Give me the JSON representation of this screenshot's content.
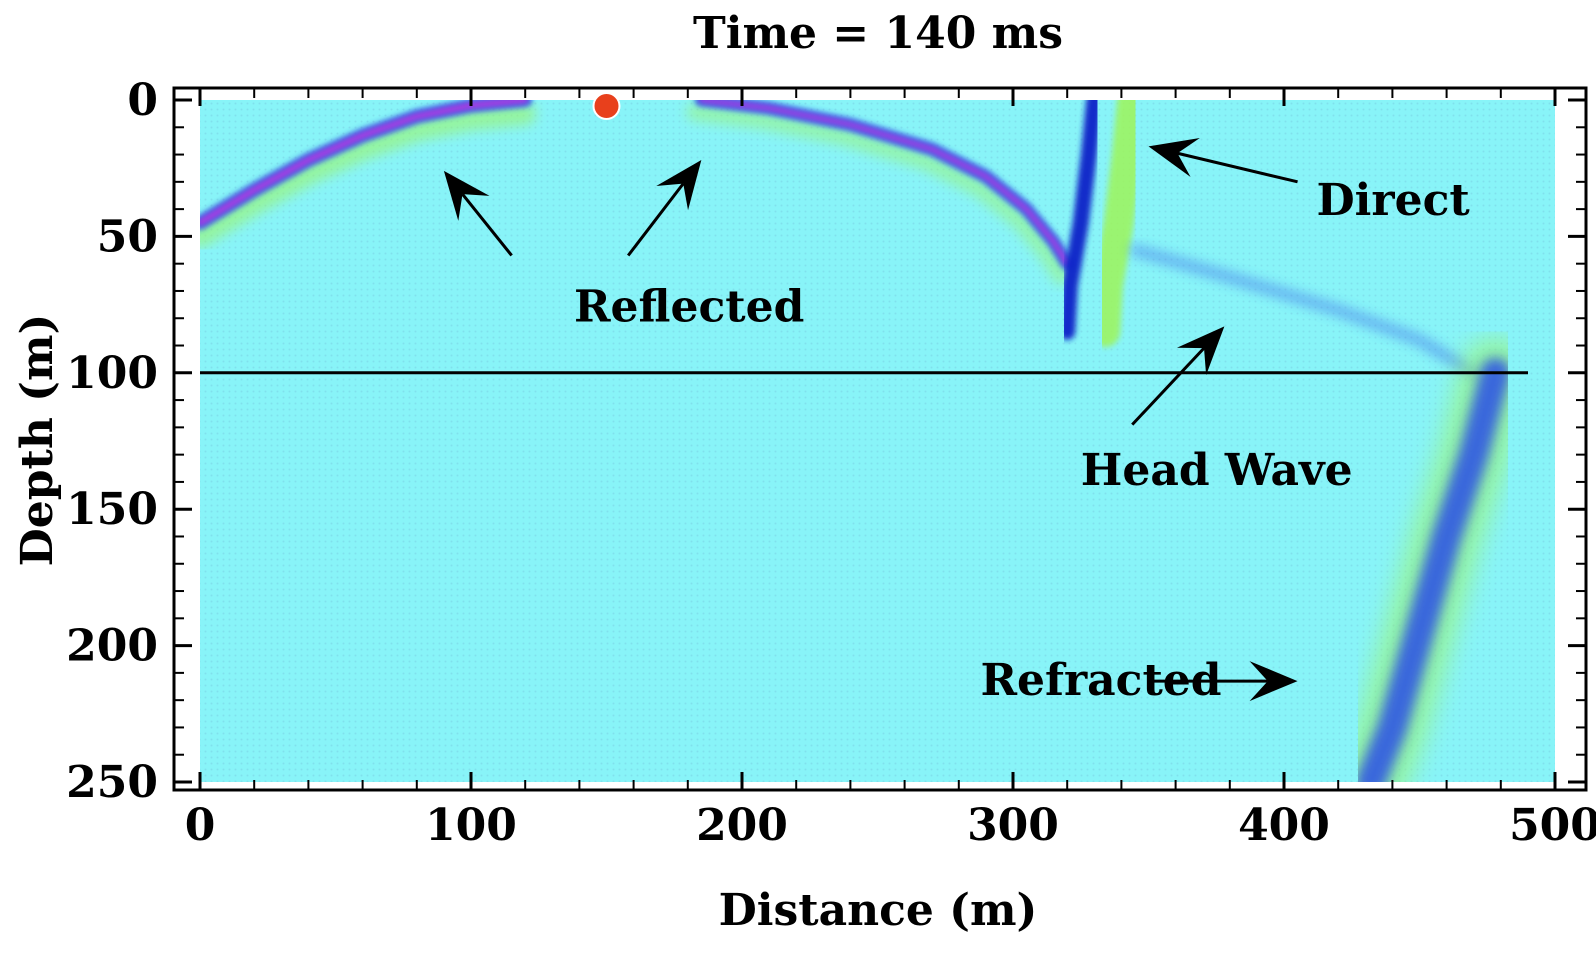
{
  "chart_data": {
    "type": "heatmap",
    "title": "Time = 140 ms",
    "xlabel": "Distance (m)",
    "ylabel": "Depth (m)",
    "xlim": [
      0,
      500
    ],
    "ylim": [
      250,
      0
    ],
    "x_ticks": [
      0,
      100,
      200,
      300,
      400,
      500
    ],
    "y_ticks": [
      0,
      50,
      100,
      150,
      200,
      250
    ],
    "x_tick_labels": [
      "0",
      "100",
      "200",
      "300",
      "400",
      "500"
    ],
    "y_tick_labels": [
      "0",
      "50",
      "100",
      "150",
      "200",
      "250"
    ],
    "grid": false,
    "background_color": "#88f4f8",
    "colors": {
      "green": "#9ef55a",
      "blue": "#2a50e6",
      "dark_blue": "#1020c8",
      "magenta": "#d030e0",
      "red_point": "#e8401c"
    },
    "interface_depth": 100,
    "source": {
      "x": 150,
      "y": 0
    },
    "wavefronts": [
      {
        "name": "reflected-left",
        "points": [
          [
            0,
            45
          ],
          [
            20,
            33
          ],
          [
            40,
            22
          ],
          [
            60,
            13
          ],
          [
            80,
            6
          ],
          [
            100,
            2
          ],
          [
            120,
            0
          ]
        ]
      },
      {
        "name": "reflected-right",
        "points": [
          [
            185,
            0
          ],
          [
            210,
            3
          ],
          [
            240,
            9
          ],
          [
            270,
            18
          ],
          [
            290,
            28
          ],
          [
            305,
            40
          ],
          [
            315,
            52
          ],
          [
            320,
            60
          ]
        ]
      },
      {
        "name": "direct",
        "points": [
          [
            330,
            0
          ],
          [
            328,
            20
          ],
          [
            325,
            45
          ],
          [
            321,
            68
          ],
          [
            320,
            85
          ]
        ]
      },
      {
        "name": "head-wave",
        "points": [
          [
            345,
            55
          ],
          [
            380,
            65
          ],
          [
            420,
            77
          ],
          [
            450,
            88
          ],
          [
            470,
            100
          ]
        ]
      },
      {
        "name": "refracted",
        "points": [
          [
            478,
            100
          ],
          [
            470,
            130
          ],
          [
            460,
            160
          ],
          [
            450,
            195
          ],
          [
            440,
            230
          ],
          [
            432,
            250
          ]
        ]
      }
    ],
    "annotations": [
      {
        "text": "Reflected",
        "x": 138,
        "y": 76,
        "arrows": [
          [
            [
              115,
              57
            ],
            [
              90,
              26
            ]
          ],
          [
            [
              158,
              57
            ],
            [
              185,
              22
            ]
          ]
        ]
      },
      {
        "text": "Direct",
        "x": 412,
        "y": 37,
        "arrows": [
          [
            [
              405,
              30
            ],
            [
              350,
              17
            ]
          ]
        ]
      },
      {
        "text": "Head Wave",
        "x": 325,
        "y": 136,
        "arrows": [
          [
            [
              344,
              119
            ],
            [
              378,
              83
            ]
          ]
        ]
      },
      {
        "text": "Refracted",
        "x": 288,
        "y": 213,
        "arrows": [
          [
            [
              350,
              213
            ],
            [
              405,
              213
            ]
          ]
        ]
      }
    ]
  }
}
